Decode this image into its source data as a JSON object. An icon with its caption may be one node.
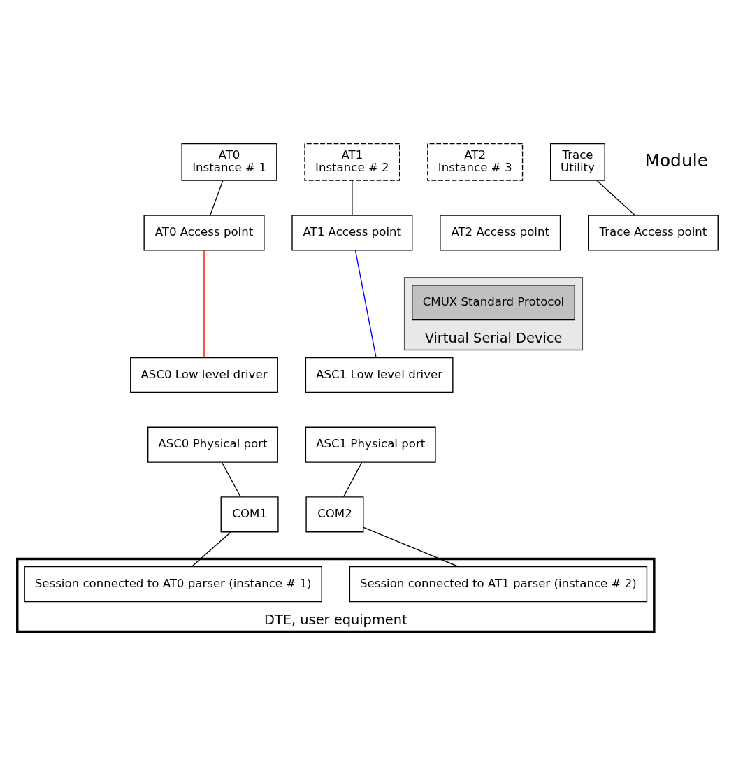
{
  "diagram": {
    "nodes": [
      {
        "text": [
          "AT2",
          "Instance # 3"
        ]
      },
      {
        "text": [
          "AT1",
          "Instance # 2"
        ]
      },
      {
        "text": [
          "AT0",
          "Instance # 1"
        ]
      },
      {
        "text": [
          "Trace",
          "Utility"
        ]
      },
      {
        "text": [
          "AT0 Access point"
        ]
      },
      {
        "text": [
          "AT1 Access point"
        ]
      },
      {
        "text": [
          "AT2 Access point"
        ]
      },
      {
        "text": [
          "Trace Access point"
        ]
      },
      {
        "text": [
          "Virtual Serial Device"
        ]
      },
      {
        "text": [
          "CMUX Standard Protocol"
        ],
        "in": 8
      },
      {
        "text": [
          "ASC0 Low level driver"
        ]
      },
      {
        "text": [
          "ASC1 Low level driver"
        ]
      },
      {
        "text": [
          "ASC0 Physical port"
        ]
      },
      {
        "text": [
          "ASC1 Physical port"
        ]
      },
      {
        "text": [
          "COM1"
        ]
      },
      {
        "text": [
          "COM2"
        ]
      },
      {
        "text": [
          "DTE, user equipment"
        ]
      },
      {
        "text": [
          "Session connected to AT0 parser (instance # 1)"
        ],
        "in": 16
      },
      {
        "text": [
          "Session connected to AT1 parser (instance # 2)"
        ],
        "in": 16
      }
    ],
    "edges": [
      {
        "from": 2,
        "to": 4,
        "arrow": "none"
      },
      {
        "from": 1,
        "to": 5,
        "arrow": "none"
      },
      {
        "from": 3,
        "to": 7,
        "arrow": "none"
      },
      {
        "from": 4,
        "to": 10,
        "arrow": "none",
        "color": "#ff0000"
      },
      {
        "from": 5,
        "to": 11,
        "arrow": "none",
        "color": "#0000ff"
      },
      {
        "from": 12,
        "to": 14,
        "arrow": "none"
      },
      {
        "from": 13,
        "to": 15,
        "arrow": "none"
      },
      {
        "from": 14,
        "to": 17,
        "arrow": "none"
      },
      {
        "from": 15,
        "to": 18,
        "arrow": "none"
      }
    ],
    "labels": [
      "Module"
    ]
  }
}
